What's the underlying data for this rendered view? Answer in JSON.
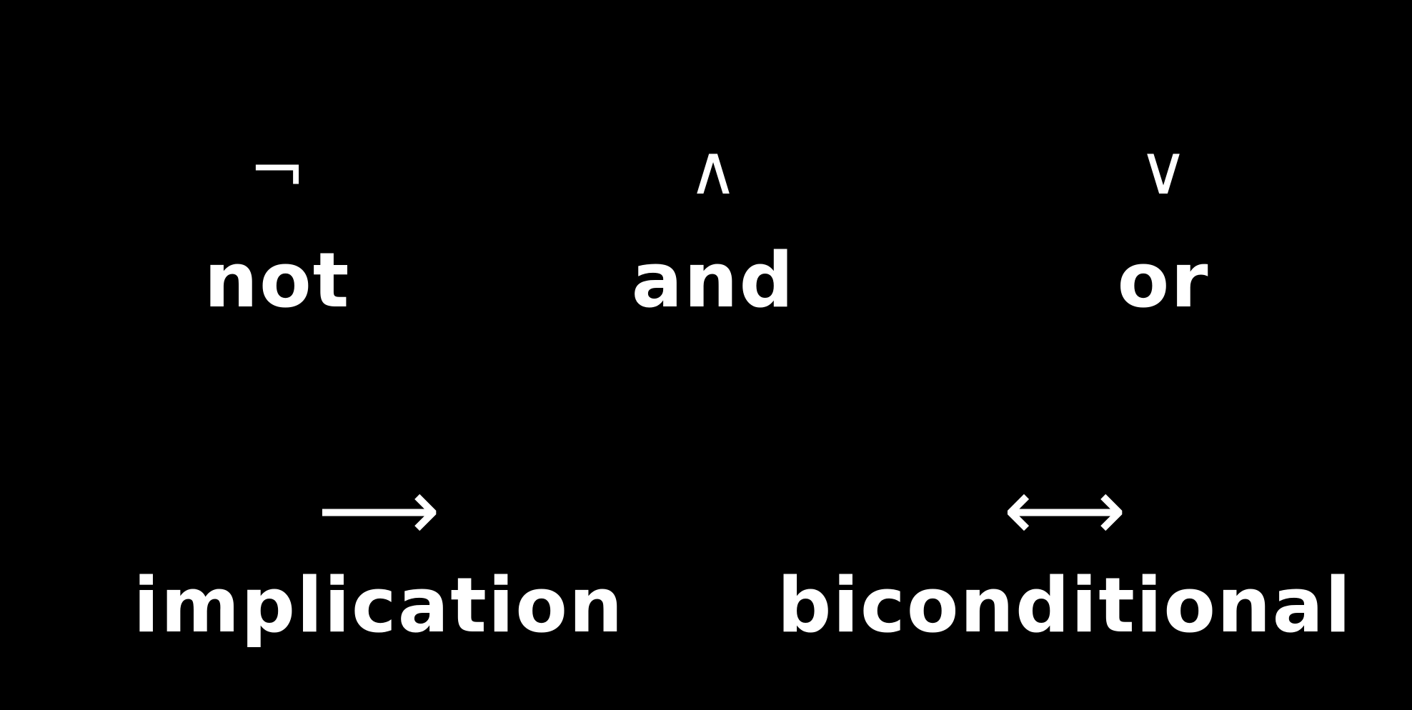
{
  "slide": {
    "background": "#000000",
    "text_color": "#ffffff",
    "operators": [
      {
        "symbol": "¬",
        "symbol_icon": "negation-symbol-icon",
        "name": "not"
      },
      {
        "symbol": "∧",
        "symbol_icon": "conjunction-symbol-icon",
        "name": "and"
      },
      {
        "symbol": "∨",
        "symbol_icon": "disjunction-symbol-icon",
        "name": "or"
      },
      {
        "symbol": "⟶",
        "symbol_icon": "implication-arrow-icon",
        "name": "implication"
      },
      {
        "symbol": "⟷",
        "symbol_icon": "biconditional-arrow-icon",
        "name": "biconditional"
      }
    ]
  }
}
